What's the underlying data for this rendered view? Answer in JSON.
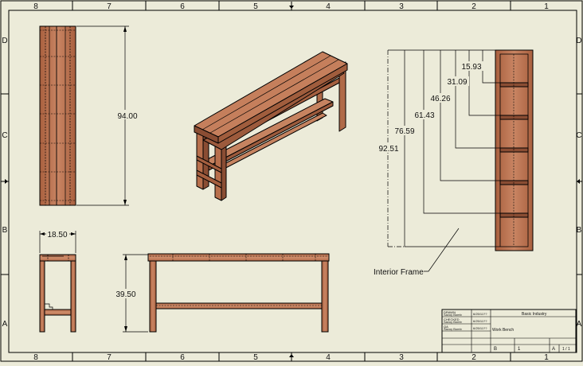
{
  "border": {
    "columns": [
      "8",
      "7",
      "6",
      "5",
      "4",
      "3",
      "2",
      "1"
    ],
    "rows": [
      "D",
      "C",
      "B",
      "A"
    ]
  },
  "dimensions": {
    "length": "94.00",
    "depth": "18.50",
    "height": "39.50",
    "offsets": [
      "15.93",
      "31.09",
      "46.26",
      "61.43",
      "76.59",
      "92.51"
    ]
  },
  "callout": {
    "label": "Interior Frame"
  },
  "title_block": {
    "company": "Basic Industry",
    "title": "Work Bench",
    "drawn_by_label": "DRAWN",
    "drawn_by": "Savoy Bomb",
    "drawn_date": "6/25/11??",
    "checked_label": "CHECKED",
    "checked_by": "Savoy Bomb",
    "checked_date": "6/25/11??",
    "approved_label": "QA",
    "approved_by": "Savoy Bomb",
    "approved_date": "6/25/11??",
    "size": "B",
    "dwg_no": "1",
    "rev": "A",
    "sheet": "1 / 1"
  },
  "colors": {
    "paper": "#ecebd9",
    "wood": "#b9704f",
    "wood_light": "#c98563",
    "wood_dark": "#8a4d33",
    "line": "#000000"
  }
}
